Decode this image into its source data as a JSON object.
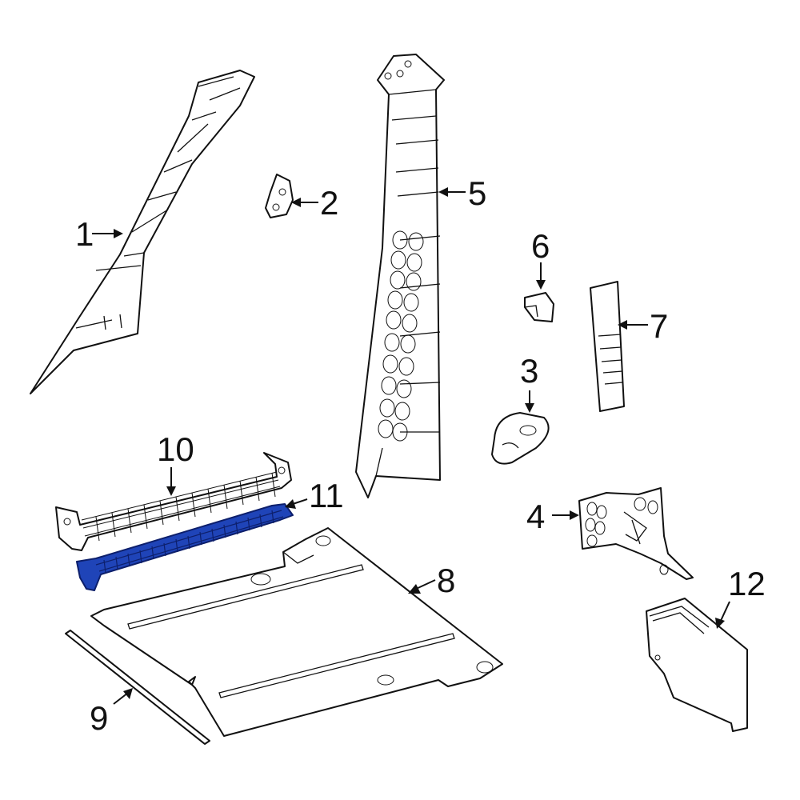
{
  "callouts": [
    {
      "label": "1"
    },
    {
      "label": "2"
    },
    {
      "label": "3"
    },
    {
      "label": "4"
    },
    {
      "label": "5"
    },
    {
      "label": "6"
    },
    {
      "label": "7"
    },
    {
      "label": "8"
    },
    {
      "label": "9"
    },
    {
      "label": "10"
    },
    {
      "label": "11"
    },
    {
      "label": "12"
    }
  ],
  "colors": {
    "highlight": "#1f44b8",
    "line": "#111111",
    "background": "#ffffff"
  },
  "highlighted_part": "11"
}
